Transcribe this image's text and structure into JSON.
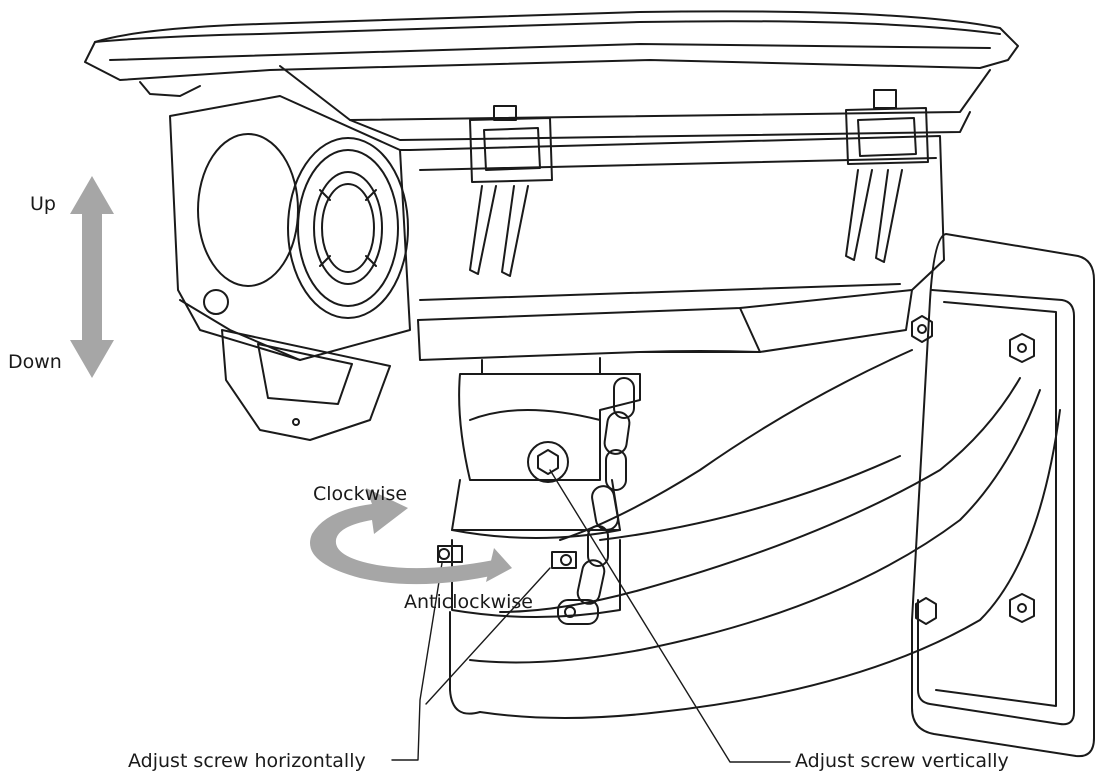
{
  "labels": {
    "up": "Up",
    "down": "Down",
    "clockwise": "Clockwise",
    "anticlockwise": "Anticlockwise",
    "adjust_horizontal": "Adjust screw horizontally",
    "adjust_vertical": "Adjust screw vertically"
  },
  "colors": {
    "line": "#1a1a1a",
    "arrow_fill": "#a6a6a6",
    "background": "#ffffff"
  }
}
